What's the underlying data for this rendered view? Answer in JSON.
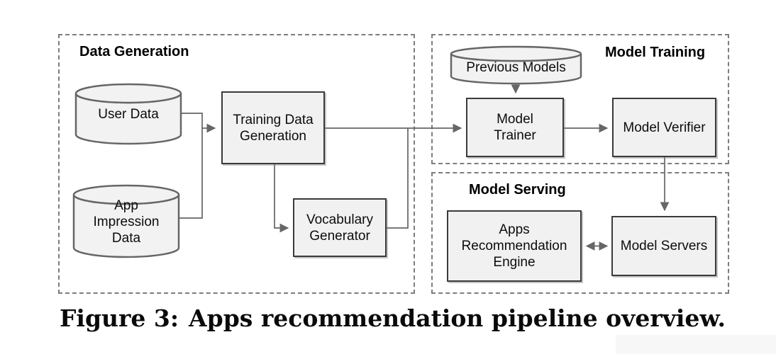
{
  "figure": {
    "caption_label": "Figure 3:",
    "caption_text": "Apps recommendation pipeline overview."
  },
  "groups": {
    "data_generation": {
      "title": "Data Generation"
    },
    "model_training": {
      "title": "Model Training"
    },
    "model_serving": {
      "title": "Model Serving"
    }
  },
  "nodes": {
    "user_data": {
      "label": "User Data",
      "shape": "cylinder"
    },
    "app_impression_data": {
      "label": "App\nImpression\nData",
      "shape": "cylinder"
    },
    "previous_models": {
      "label": "Previous Models",
      "shape": "cylinder"
    },
    "training_data_generation": {
      "label": "Training Data\nGeneration",
      "shape": "rect"
    },
    "vocabulary_generator": {
      "label": "Vocabulary\nGenerator",
      "shape": "rect"
    },
    "model_trainer": {
      "label": "Model\nTrainer",
      "shape": "rect"
    },
    "model_verifier": {
      "label": "Model Verifier",
      "shape": "rect"
    },
    "apps_recommendation_engine": {
      "label": "Apps\nRecommendation\nEngine",
      "shape": "rect"
    },
    "model_servers": {
      "label": "Model Servers",
      "shape": "rect"
    }
  },
  "edges": [
    {
      "from": "user_data",
      "to": "training_data_generation",
      "type": "arrow"
    },
    {
      "from": "app_impression_data",
      "to": "training_data_generation",
      "type": "arrow"
    },
    {
      "from": "training_data_generation",
      "to": "vocabulary_generator",
      "type": "arrow"
    },
    {
      "from": "training_data_generation",
      "to": "model_trainer",
      "type": "arrow"
    },
    {
      "from": "vocabulary_generator",
      "to": "model_trainer",
      "type": "arrow-merged"
    },
    {
      "from": "previous_models",
      "to": "model_trainer",
      "type": "arrow"
    },
    {
      "from": "model_trainer",
      "to": "model_verifier",
      "type": "arrow"
    },
    {
      "from": "model_verifier",
      "to": "model_servers",
      "type": "arrow"
    },
    {
      "from": "apps_recommendation_engine",
      "to": "model_servers",
      "type": "double-arrow"
    }
  ],
  "colors": {
    "background": "#ffffff",
    "node_fill": "#f1f1f1",
    "node_border": "#3a3a3a",
    "cylinder_border": "#666666",
    "group_border": "#7d7d7d",
    "connector": "#666666",
    "text": "#000000"
  }
}
